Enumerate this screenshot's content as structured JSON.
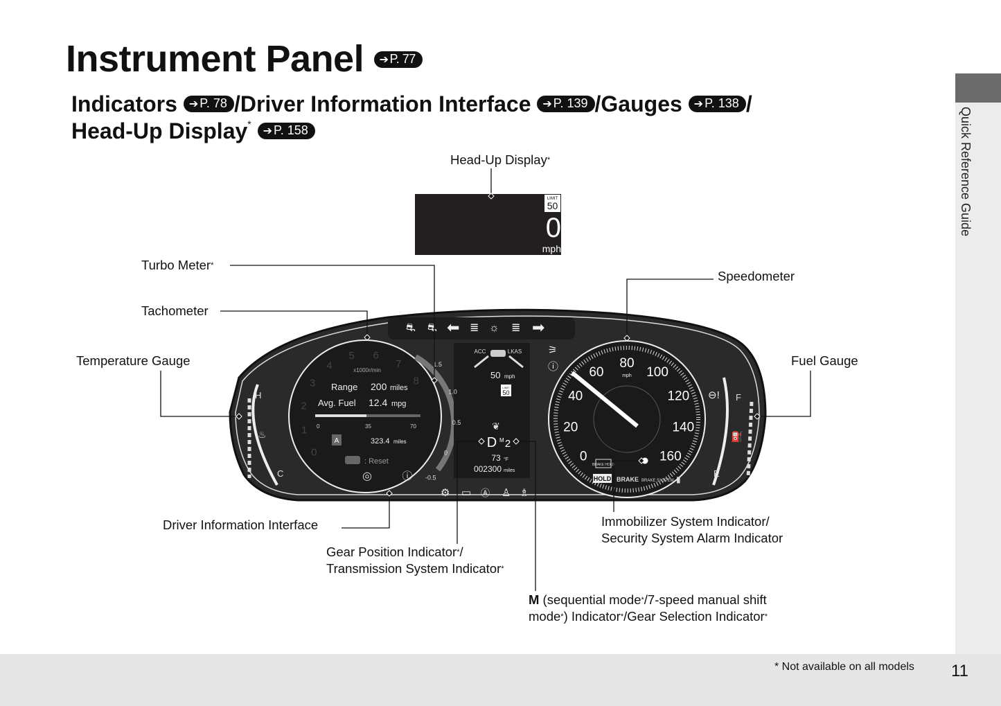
{
  "title": "Instrument Panel",
  "title_ref": "P. 77",
  "subheading": {
    "part1": "Indicators",
    "ref1": "P. 78",
    "part2": "/Driver Information Interface",
    "ref2": "P. 139",
    "part3": "/Gauges",
    "ref3": "P. 138",
    "part4": "/",
    "part5": "Head-Up Display",
    "star": "*",
    "ref5": "P. 158"
  },
  "sidebar_tab": "Quick Reference Guide",
  "labels": {
    "hud": "Head-Up Display",
    "turbo": "Turbo Meter",
    "tach": "Tachometer",
    "temp": "Temperature Gauge",
    "speedo": "Speedometer",
    "fuel": "Fuel Gauge",
    "dii": "Driver Information Interface",
    "gear1": "Gear Position Indicator",
    "gear1b": "/",
    "gear2": "Transmission System Indicator",
    "m_bold": "M",
    "m1": " (sequential mode",
    "m1b": "/7-speed manual shift",
    "m2": "mode",
    "m2b": ") Indicator",
    "m2c": "/Gear Selection Indicator",
    "immo1": "Immobilizer System Indicator/",
    "immo2": "Security System Alarm Indicator",
    "star": "*"
  },
  "hud": {
    "limit_label": "LIMIT",
    "limit_value": "50",
    "speed": "0",
    "unit": "mph"
  },
  "cluster": {
    "tach_unit": "x1000r/min",
    "tach_ticks": [
      "0",
      "1",
      "2",
      "3",
      "4",
      "5",
      "6",
      "7",
      "8"
    ],
    "range_label": "Range",
    "range_value": "200",
    "range_unit": "miles",
    "fuel_label": "Avg. Fuel",
    "fuel_value": "12.4",
    "fuel_unit": "mpg",
    "bar_ticks": [
      "0",
      "35",
      "70"
    ],
    "trip": "A",
    "trip_value": "323.4",
    "trip_unit": "miles",
    "reset": ": Reset",
    "turbo_ticks": [
      "1.5",
      "1.0",
      "0.5",
      "0",
      "-0.5"
    ],
    "acc": "ACC",
    "lkas": "LKAS",
    "set_speed": "50",
    "set_unit": "mph",
    "limit_label": "LIMIT",
    "limit_value": "50",
    "gear": "D",
    "mode": "M",
    "gear_num": "2",
    "temp_out": "73",
    "temp_unit": "°F",
    "odo": "002300",
    "odo_unit": "miles",
    "speed_unit": "mph",
    "speed_ticks": [
      "0",
      "20",
      "40",
      "60",
      "80",
      "100",
      "120",
      "140",
      "160"
    ],
    "temp_h": "H",
    "temp_c": "C",
    "fuel_f": "F",
    "fuel_e": "E",
    "hold": "HOLD",
    "brake": "BRAKE",
    "brake_system": "BRAKE SYSTEM",
    "brake_hold": "BRAKE HOLD"
  },
  "footnote": "* Not available on all models",
  "page_number": "11"
}
